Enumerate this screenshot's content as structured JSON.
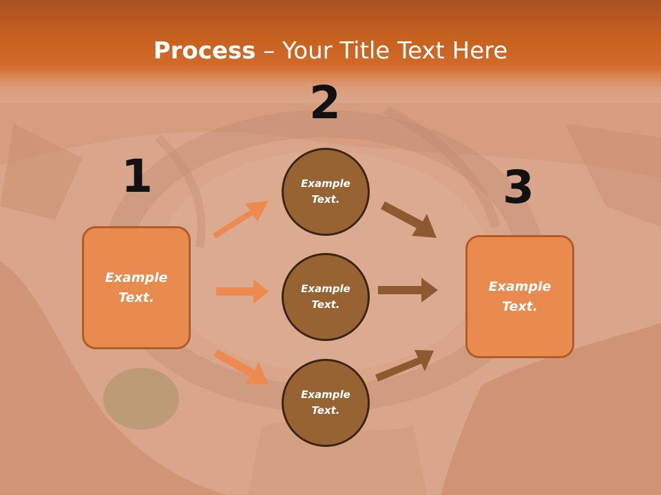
{
  "slide": {
    "title_strong": "Process",
    "title_rest": " – Your Title Text Here",
    "numbers": [
      "1",
      "2",
      "3"
    ],
    "left_box": "Example\nText.",
    "right_box": "Example\nText.",
    "circles": [
      "Example\nText.",
      "Example\nText.",
      "Example\nText."
    ]
  },
  "colors": {
    "header": "#c8621f",
    "box_fill": "#e98a4e",
    "circle_fill": "#986332",
    "arrow_left": "#ec8a4f",
    "arrow_right": "#8d5a2f"
  }
}
